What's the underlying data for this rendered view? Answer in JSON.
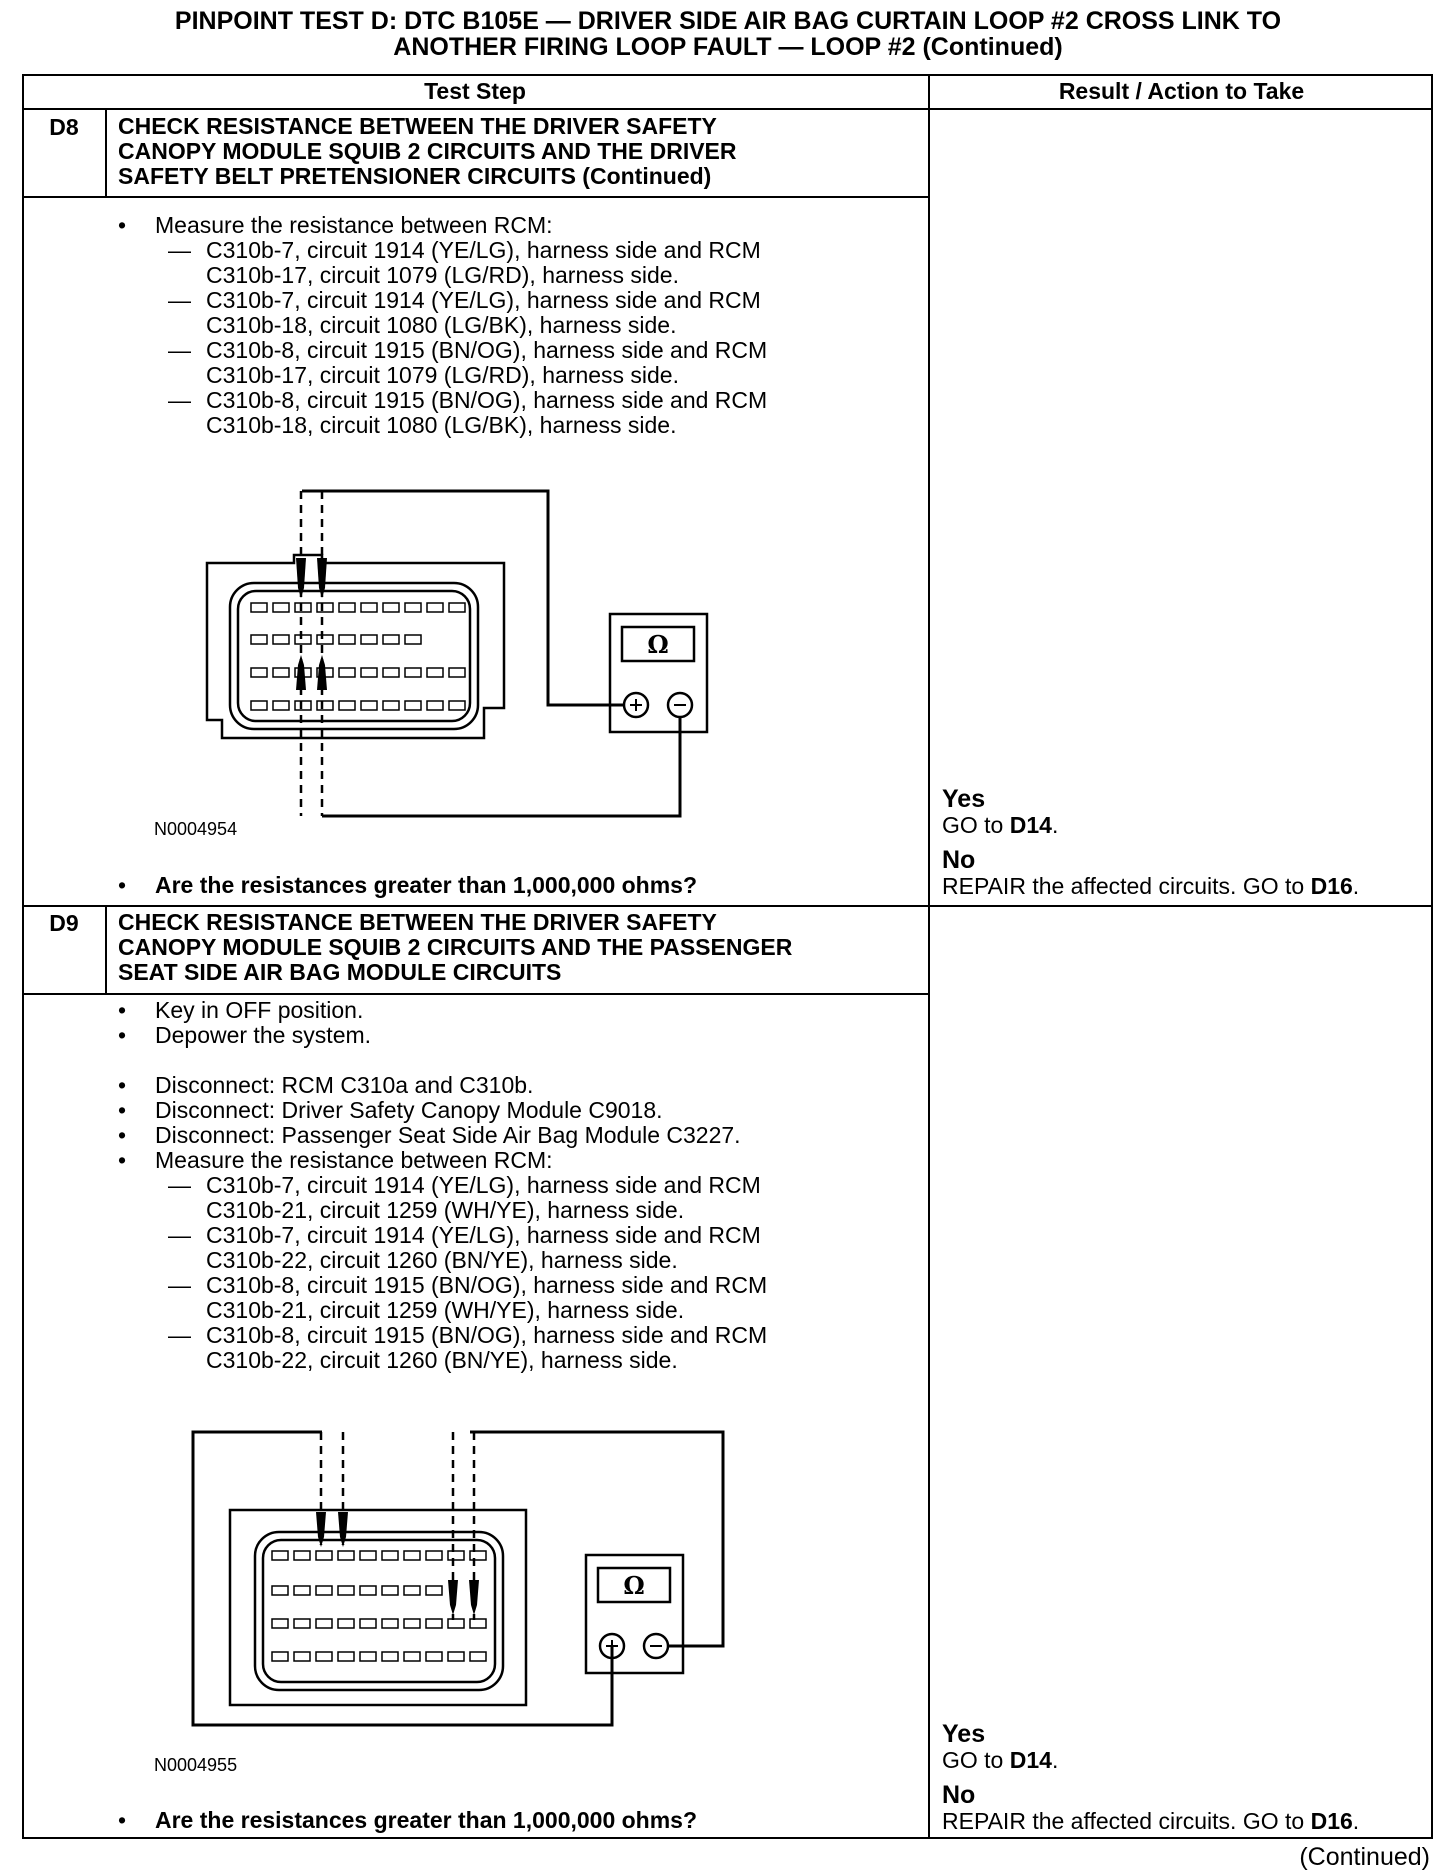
{
  "title": {
    "line1": "PINPOINT TEST D: DTC B105E — DRIVER SIDE AIR BAG CURTAIN LOOP #2 CROSS LINK TO",
    "line2": "ANOTHER FIRING LOOP FAULT — LOOP #2 (Continued)"
  },
  "table": {
    "col_test_step": "Test Step",
    "col_result": "Result / Action to Take"
  },
  "steps": [
    {
      "id": "D8",
      "title_lines": [
        "CHECK RESISTANCE BETWEEN THE DRIVER SAFETY",
        "CANOPY MODULE SQUIB 2 CIRCUITS AND THE DRIVER",
        "SAFETY BELT PRETENSIONER CIRCUITS (Continued)"
      ],
      "bullet_intro": "Measure the resistance between RCM:",
      "measure_lines": [
        "C310b-7, circuit 1914 (YE/LG), harness side and RCM",
        "C310b-17, circuit 1079 (LG/RD), harness side.",
        "C310b-7, circuit 1914 (YE/LG), harness side and RCM",
        "C310b-18, circuit 1080 (LG/BK), harness side.",
        "C310b-8, circuit 1915 (BN/OG), harness side and RCM",
        "C310b-17, circuit 1079 (LG/RD), harness side.",
        "C310b-8, circuit 1915 (BN/OG), harness side and RCM",
        "C310b-18, circuit 1080 (LG/BK), harness side."
      ],
      "figure_id": "N0004954",
      "meter_symbol": "Ω",
      "question": "Are the resistances greater than 1,000,000 ohms?",
      "yes_label": "Yes",
      "yes_text": "GO to",
      "yes_ref": "D14",
      "no_label": "No",
      "no_text": "REPAIR the affected circuits. GO to",
      "no_ref": "D16"
    },
    {
      "id": "D9",
      "title_lines": [
        "CHECK RESISTANCE BETWEEN THE DRIVER SAFETY",
        "CANOPY MODULE SQUIB 2 CIRCUITS AND THE PASSENGER",
        "SEAT SIDE AIR BAG MODULE CIRCUITS"
      ],
      "bullets_a": [
        "Key in OFF position.",
        "Depower the system."
      ],
      "bullets_b": [
        "Disconnect: RCM C310a and C310b.",
        "Disconnect: Driver Safety Canopy Module C9018.",
        "Disconnect: Passenger Seat Side Air Bag Module C3227.",
        "Measure the resistance between RCM:"
      ],
      "measure_lines": [
        "C310b-7, circuit 1914 (YE/LG), harness side and RCM",
        "C310b-21, circuit 1259 (WH/YE), harness side.",
        "C310b-7, circuit 1914 (YE/LG), harness side and RCM",
        "C310b-22, circuit 1260 (BN/YE), harness side.",
        "C310b-8, circuit 1915 (BN/OG), harness side and RCM",
        "C310b-21, circuit 1259 (WH/YE), harness side.",
        "C310b-8, circuit 1915 (BN/OG), harness side and RCM",
        "C310b-22, circuit 1260 (BN/YE), harness side."
      ],
      "figure_id": "N0004955",
      "meter_symbol": "Ω",
      "question": "Are the resistances greater than 1,000,000 ohms?",
      "yes_label": "Yes",
      "yes_text": "GO to",
      "yes_ref": "D14",
      "no_label": "No",
      "no_text": "REPAIR the affected circuits. GO to",
      "no_ref": "D16"
    }
  ],
  "footer": {
    "continued": "(Continued)"
  }
}
